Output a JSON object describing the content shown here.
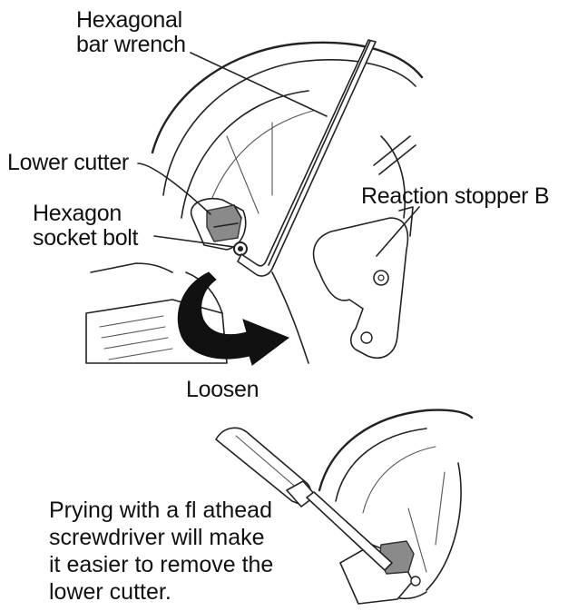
{
  "labels": {
    "hex_wrench_line1": "Hexagonal",
    "hex_wrench_line2": "bar wrench",
    "lower_cutter": "Lower cutter",
    "hex_bolt_line1": "Hexagon",
    "hex_bolt_line2": "socket bolt",
    "reaction_stopper": "Reaction stopper B",
    "loosen": "Loosen"
  },
  "note": {
    "line1": "Prying with a fl athead",
    "line2": "screwdriver will make",
    "line3": "it easier to remove the",
    "line4": "lower cutter."
  }
}
